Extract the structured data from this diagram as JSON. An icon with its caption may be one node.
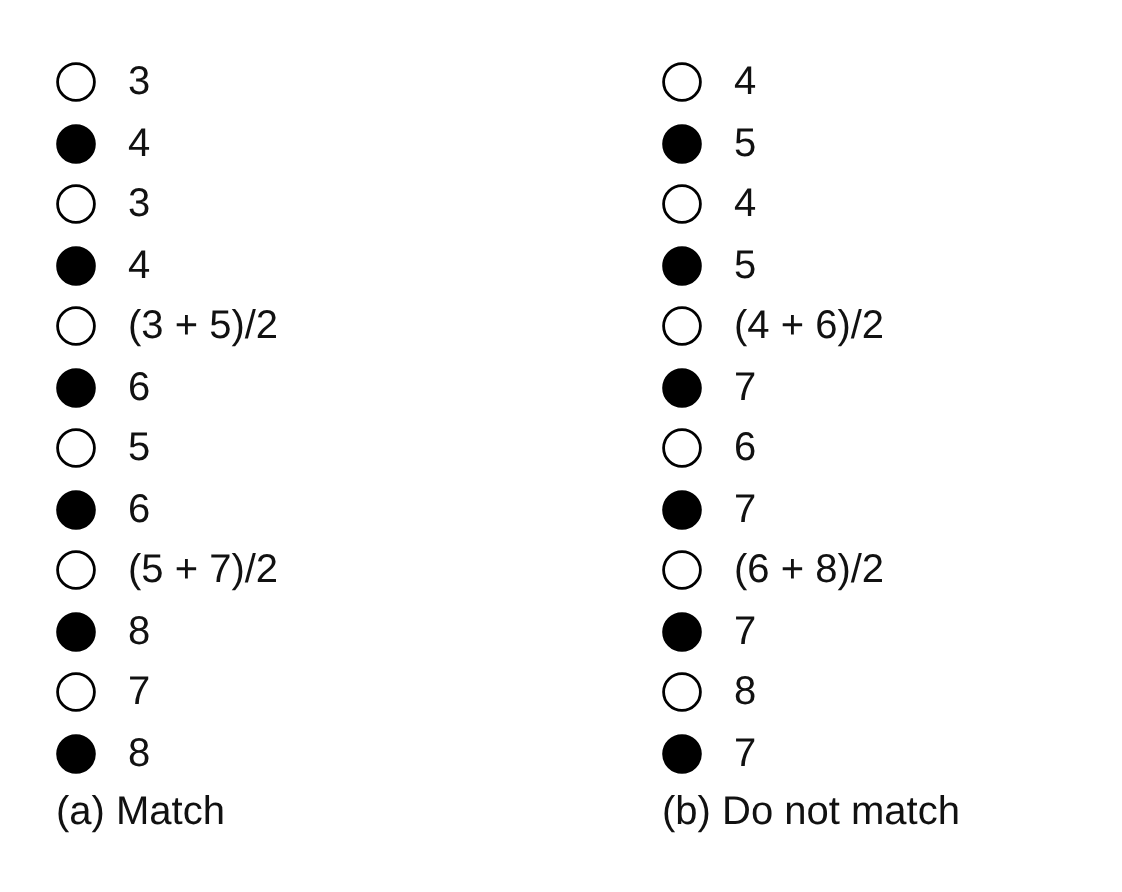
{
  "diagram": {
    "nodes": [
      {
        "text": [],
        "shape": "circle",
        "beside": [
          "3"
        ]
      },
      {
        "text": [],
        "shape": "dot",
        "beside": [
          "4"
        ]
      },
      {
        "text": [],
        "shape": "circle",
        "beside": [
          "3"
        ]
      },
      {
        "text": [],
        "shape": "dot",
        "beside": [
          "4"
        ]
      },
      {
        "text": [],
        "shape": "circle",
        "beside": [
          "(3 + 5)/2"
        ]
      },
      {
        "text": [],
        "shape": "dot",
        "beside": [
          "6"
        ]
      },
      {
        "text": [],
        "shape": "circle",
        "beside": [
          "5"
        ]
      },
      {
        "text": [],
        "shape": "dot",
        "beside": [
          "6"
        ]
      },
      {
        "text": [],
        "shape": "circle",
        "beside": [
          "(5 + 7)/2"
        ]
      },
      {
        "text": [],
        "shape": "dot",
        "beside": [
          "8"
        ]
      },
      {
        "text": [],
        "shape": "circle",
        "beside": [
          "7"
        ]
      },
      {
        "text": [],
        "shape": "dot",
        "beside": [
          "8"
        ]
      },
      {
        "text": [],
        "shape": "circle",
        "beside": [
          "4"
        ]
      },
      {
        "text": [],
        "shape": "dot",
        "beside": [
          "5"
        ]
      },
      {
        "text": [],
        "shape": "circle",
        "beside": [
          "4"
        ]
      },
      {
        "text": [],
        "shape": "dot",
        "beside": [
          "5"
        ]
      },
      {
        "text": [],
        "shape": "circle",
        "beside": [
          "(4 + 6)/2"
        ]
      },
      {
        "text": [],
        "shape": "dot",
        "beside": [
          "7"
        ]
      },
      {
        "text": [],
        "shape": "circle",
        "beside": [
          "6"
        ]
      },
      {
        "text": [],
        "shape": "dot",
        "beside": [
          "7"
        ]
      },
      {
        "text": [],
        "shape": "circle",
        "beside": [
          "(6 + 8)/2"
        ]
      },
      {
        "text": [],
        "shape": "dot",
        "beside": [
          "7"
        ]
      },
      {
        "text": [],
        "shape": "circle",
        "beside": [
          "8"
        ]
      },
      {
        "text": [],
        "shape": "dot",
        "beside": [
          "7"
        ]
      }
    ],
    "edges": [],
    "labels": [
      "(a) Match",
      "(b) Do not match"
    ]
  }
}
